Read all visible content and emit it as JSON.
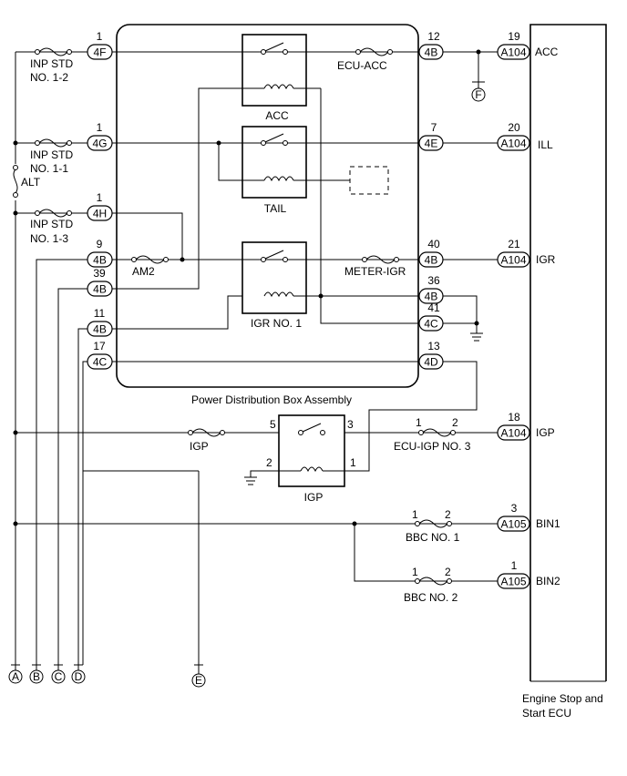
{
  "boxes": {
    "pdb": "Power Distribution Box Assembly",
    "ecu": [
      "Engine Stop and",
      "Start ECU"
    ]
  },
  "fuses": {
    "inp_12": [
      "INP STD",
      "NO. 1-2"
    ],
    "inp_11": [
      "INP STD",
      "NO. 1-1"
    ],
    "inp_13": [
      "INP STD",
      "NO. 1-3"
    ],
    "alt": "ALT",
    "am2": "AM2",
    "ecu_acc": "ECU-ACC",
    "meter_igr": "METER-IGR",
    "igp": "IGP",
    "ecu_igp3": "ECU-IGP NO. 3",
    "bbc1": "BBC NO. 1",
    "bbc2": "BBC NO. 2"
  },
  "relays": {
    "acc": "ACC",
    "tail": "TAIL",
    "igr1": "IGR NO. 1",
    "igp": "IGP"
  },
  "connectors": {
    "c4F": "4F",
    "c4G": "4G",
    "c4H": "4H",
    "l4B_9": "4B",
    "l4B_39": "4B",
    "l4B_11": "4B",
    "l4C_17": "4C",
    "r4B_12": "4B",
    "r4E_7": "4E",
    "r4B_40": "4B",
    "r4B_36": "4B",
    "r4C_41": "4C",
    "r4D_13": "4D",
    "a104_19": "A104",
    "a104_20": "A104",
    "a104_21": "A104",
    "a104_18": "A104",
    "a105_3": "A105",
    "a105_1": "A105"
  },
  "pins": {
    "p4F": "1",
    "p4G": "1",
    "p4H": "1",
    "p4B_9": "9",
    "p4B_39": "39",
    "p4B_11": "11",
    "p4C_17": "17",
    "p4B_12": "12",
    "p4E_7": "7",
    "p4B_40": "40",
    "p4B_36": "36",
    "p4C_41": "41",
    "p4D_13": "13",
    "pA104_19": "19",
    "pA104_20": "20",
    "pA104_21": "21",
    "pA104_18": "18",
    "pA105_3": "3",
    "pA105_1": "1",
    "igp_r5": "5",
    "igp_r3": "3",
    "igp_r2": "2",
    "igp_r1": "1",
    "ecuigp_1": "1",
    "ecuigp_2": "2",
    "bbc1_1": "1",
    "bbc1_2": "2",
    "bbc2_1": "1",
    "bbc2_2": "2"
  },
  "signals": {
    "acc": "ACC",
    "ill": "ILL",
    "igr": "IGR",
    "igp": "IGP",
    "bin1": "BIN1",
    "bin2": "BIN2"
  },
  "refs": {
    "A": "A",
    "B": "B",
    "C": "C",
    "D": "D",
    "E": "E",
    "F": "F"
  }
}
